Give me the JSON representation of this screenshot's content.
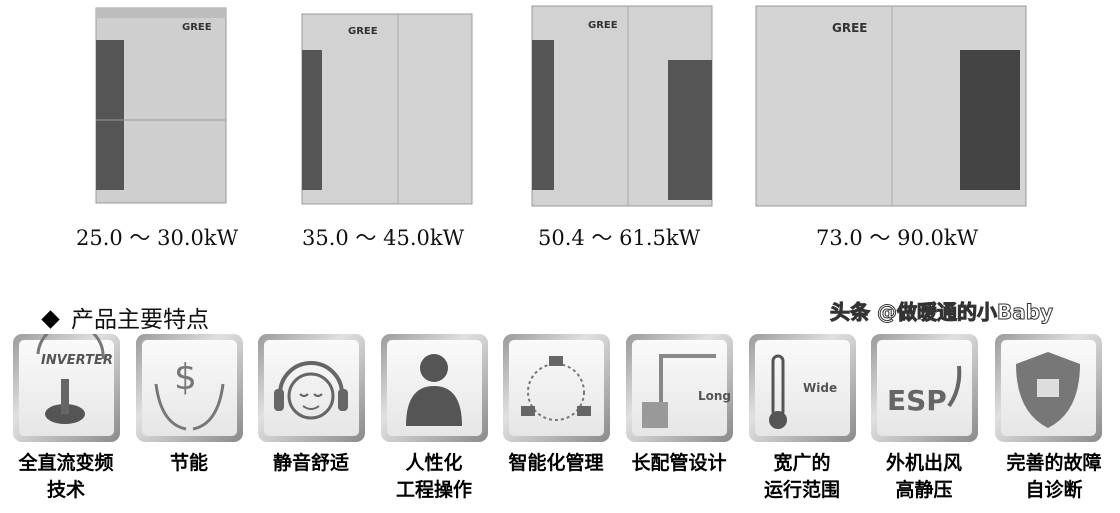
{
  "products": [
    {
      "brand": "GREE",
      "capacity": "25.0 ～ 30.0kW"
    },
    {
      "brand": "GREE",
      "capacity": "35.0 ～ 45.0kW"
    },
    {
      "brand": "GREE",
      "capacity": "50.4 ～ 61.5kW"
    },
    {
      "brand": "GREE",
      "capacity": "73.0 ～ 90.0kW"
    }
  ],
  "section_title": "产品主要特点",
  "features": [
    {
      "icon": "inverter-icon",
      "icon_text": "INVERTER",
      "line1": "全直流变频",
      "line2": "技术"
    },
    {
      "icon": "money-hands-icon",
      "icon_text": "",
      "line1": "节能",
      "line2": ""
    },
    {
      "icon": "headphones-face-icon",
      "icon_text": "",
      "line1": "静音舒适",
      "line2": ""
    },
    {
      "icon": "person-icon",
      "icon_text": "",
      "line1": "人性化",
      "line2": "工程操作"
    },
    {
      "icon": "network-icon",
      "icon_text": "",
      "line1": "智能化管理",
      "line2": ""
    },
    {
      "icon": "long-pipe-icon",
      "icon_text": "Long",
      "line1": "长配管设计",
      "line2": ""
    },
    {
      "icon": "thermometer-icon",
      "icon_text": "Wide",
      "line1": "宽广的",
      "line2": "运行范围"
    },
    {
      "icon": "esp-icon",
      "icon_text": "ESP",
      "line1": "外机出风",
      "line2": "高静压"
    },
    {
      "icon": "shield-icon",
      "icon_text": "",
      "line1": "完善的故障",
      "line2": "自诊断"
    }
  ],
  "watermark": "头条 @做暖通的小Baby"
}
